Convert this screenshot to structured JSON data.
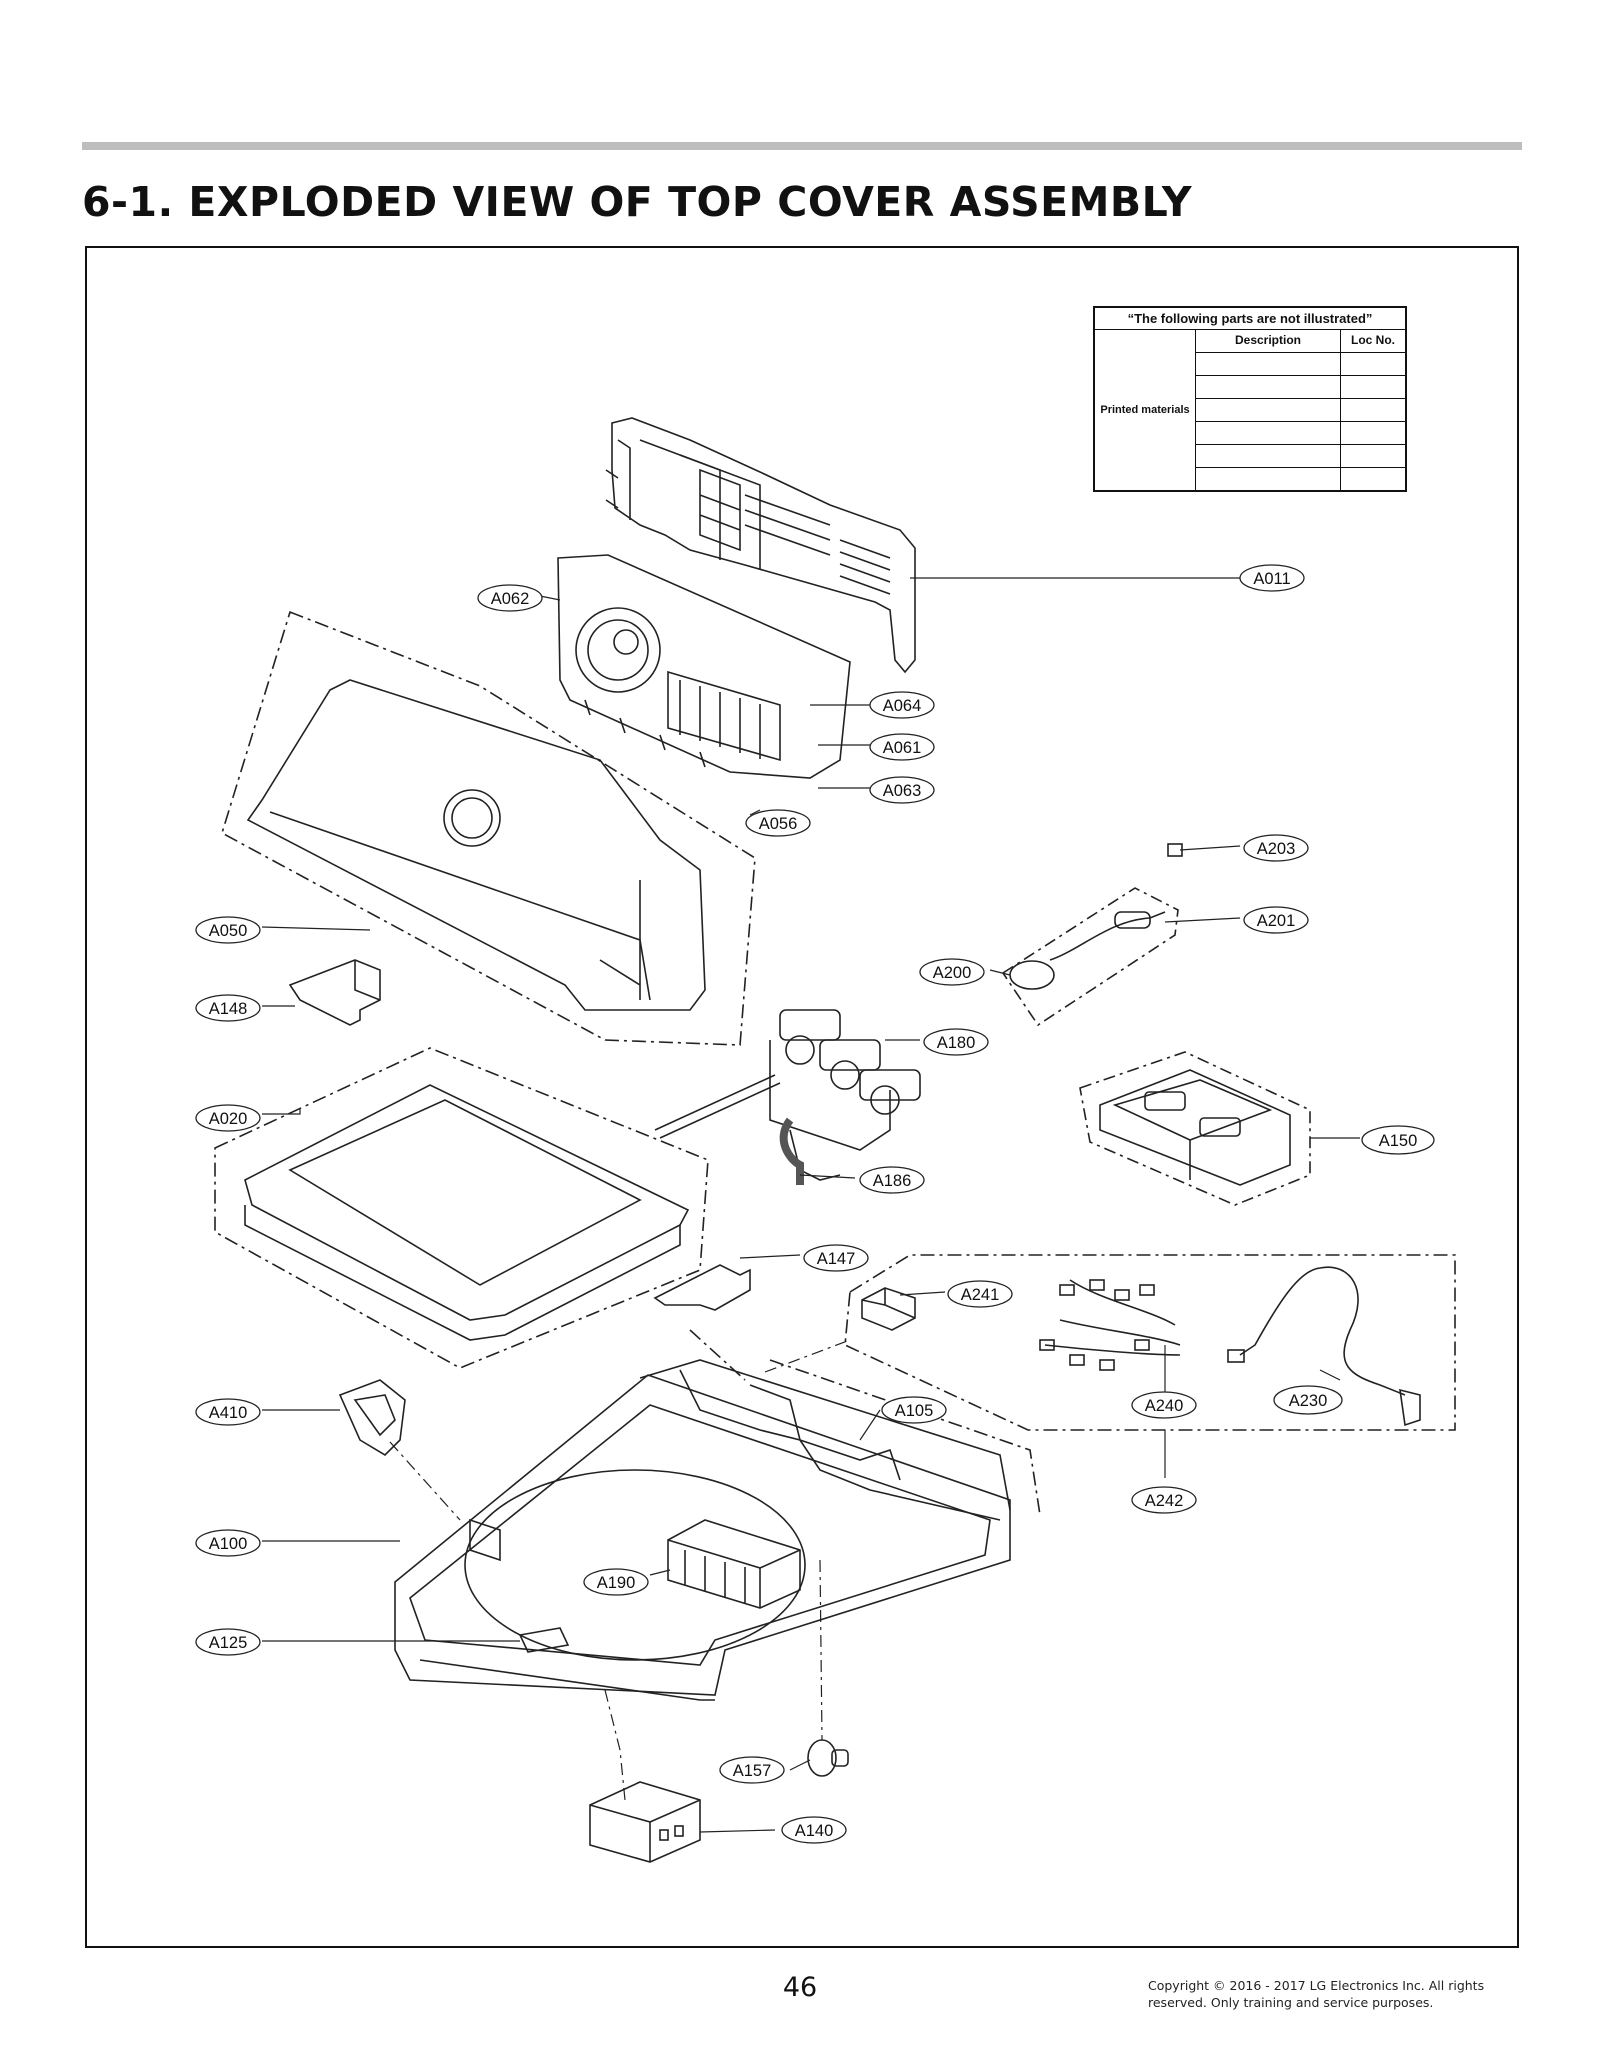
{
  "header": {
    "title": "6-1. EXPLODED VIEW OF TOP COVER ASSEMBLY"
  },
  "legend": {
    "header": "“The following parts are not illustrated”",
    "col_description": "Description",
    "col_loc": "Loc No.",
    "group_label": "Printed materials",
    "rows": [
      "",
      "",
      "",
      "",
      "",
      ""
    ]
  },
  "callouts": {
    "A011": "A011",
    "A062": "A062",
    "A064": "A064",
    "A061": "A061",
    "A063": "A063",
    "A056": "A056",
    "A203": "A203",
    "A201": "A201",
    "A200": "A200",
    "A050": "A050",
    "A148": "A148",
    "A180": "A180",
    "A020": "A020",
    "A150": "A150",
    "A186": "A186",
    "A147": "A147",
    "A241": "A241",
    "A410": "A410",
    "A105": "A105",
    "A240": "A240",
    "A230": "A230",
    "A242": "A242",
    "A100": "A100",
    "A190": "A190",
    "A125": "A125",
    "A157": "A157",
    "A140": "A140"
  },
  "footer": {
    "page_number": "46",
    "copyright_line1": "Copyright © 2016 - 2017 LG Electronics Inc. All rights",
    "copyright_line2": "reserved. Only training and service purposes."
  }
}
